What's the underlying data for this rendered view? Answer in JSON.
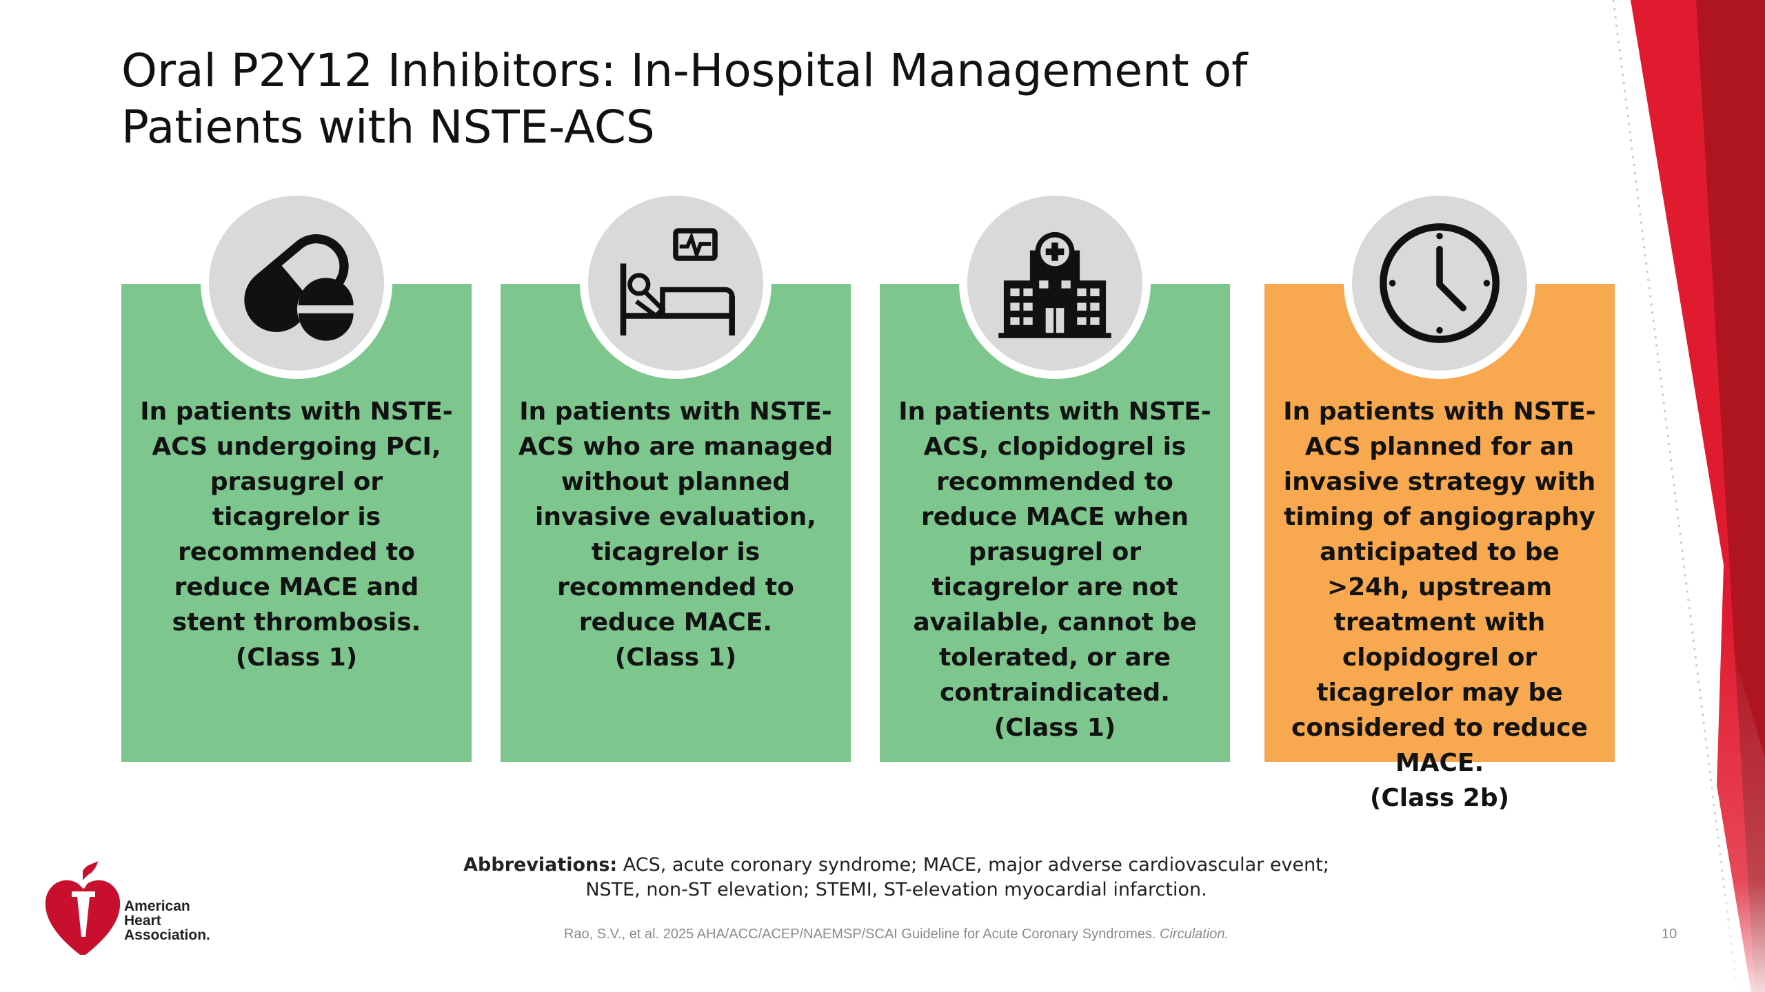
{
  "slide": {
    "title": "Oral P2Y12 Inhibitors: In-Hospital Management of Patients with NSTE-ACS",
    "cards": [
      {
        "icon": "pill-icon",
        "color": "#7dc68d",
        "text": "In patients with NSTE-ACS undergoing PCI, prasugrel or ticagrelor is recommended to reduce MACE and stent thrombosis.\n(Class 1)"
      },
      {
        "icon": "hospital-bed-icon",
        "color": "#7dc68d",
        "text": "In patients with NSTE-ACS who are managed without planned invasive evaluation, ticagrelor is recommended to reduce MACE.\n(Class 1)"
      },
      {
        "icon": "hospital-building-icon",
        "color": "#7dc68d",
        "text": "In patients with NSTE-ACS, clopidogrel is recommended to reduce MACE when prasugrel or ticagrelor are not available, cannot be tolerated, or are contraindicated.\n(Class 1)"
      },
      {
        "icon": "clock-icon",
        "color": "#f8a84e",
        "text": "In patients with NSTE-ACS planned for an invasive strategy with timing of angiography anticipated to be >24h, upstream treatment with clopidogrel or ticagrelor may be considered to reduce MACE.\n(Class 2b)"
      }
    ],
    "abbreviations_label": "Abbreviations:",
    "abbreviations_line1": "ACS, acute coronary syndrome; MACE, major adverse cardiovascular event;",
    "abbreviations_line2": "NSTE, non-ST elevation; STEMI, ST-elevation myocardial infarction.",
    "citation_main": "Rao, S.V., et al. 2025 AHA/ACC/ACEP/NAEMSP/SCAI Guideline for Acute Coronary Syndromes. ",
    "citation_journal": "Circulation.",
    "page_number": "10",
    "logo_text": "American\nHeart\nAssociation."
  },
  "colors": {
    "accent_red": "#c8102e",
    "green": "#7dc68d",
    "orange": "#f8a84e"
  }
}
